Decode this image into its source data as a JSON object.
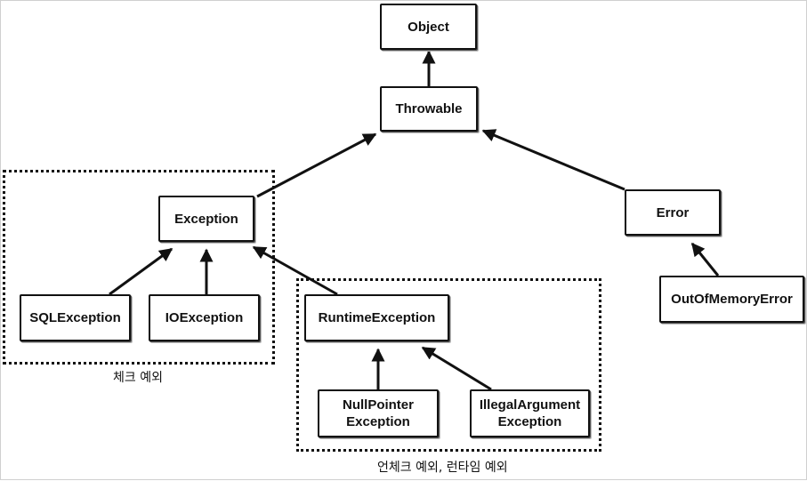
{
  "nodes": {
    "object": "Object",
    "throwable": "Throwable",
    "exception": "Exception",
    "error": "Error",
    "sql_exception": "SQLException",
    "io_exception": "IOException",
    "runtime_exception": "RuntimeException",
    "out_of_memory_error": "OutOfMemoryError",
    "null_pointer_exception": [
      "NullPointer",
      "Exception"
    ],
    "illegal_argument_exception": [
      "IllegalArgument",
      "Exception"
    ]
  },
  "groups": {
    "checked": {
      "caption": "체크 예외"
    },
    "unchecked": {
      "caption": "언체크 예외, 런타임 예외"
    }
  }
}
